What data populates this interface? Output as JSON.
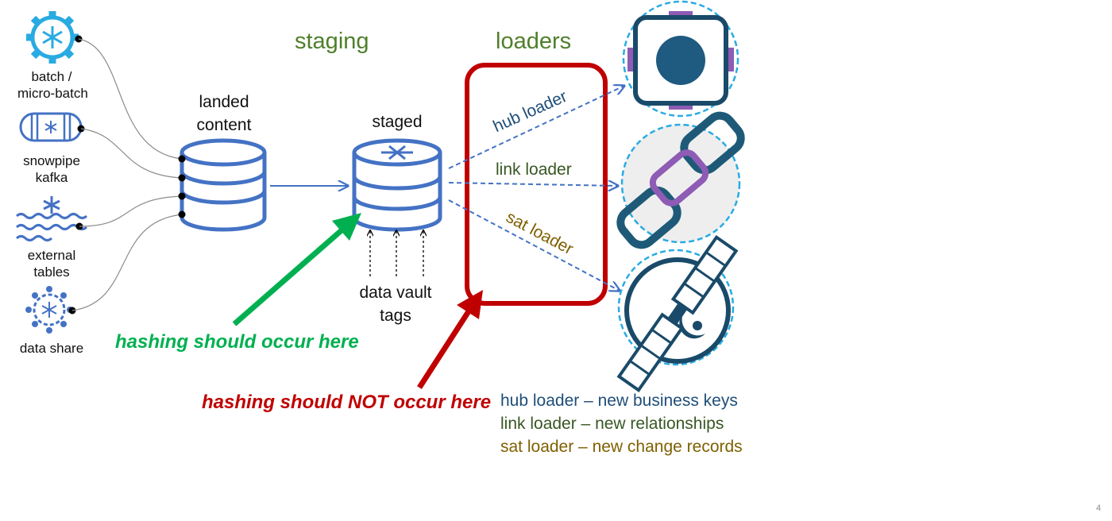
{
  "sources": [
    {
      "label": "batch / micro-batch",
      "line1": "batch /",
      "line2": "micro-batch",
      "icon": "snowflake-gear-icon"
    },
    {
      "label": "snowpipe kafka",
      "line1": "snowpipe",
      "line2": "kafka",
      "icon": "snowpipe-icon"
    },
    {
      "label": "external tables",
      "line1": "external",
      "line2": "tables",
      "icon": "snowflake-waves-icon"
    },
    {
      "label": "data share",
      "line1": "data share",
      "line2": "",
      "icon": "data-share-icon"
    }
  ],
  "landed": {
    "line1": "landed",
    "line2": "content"
  },
  "staged": {
    "label": "staged"
  },
  "tags": {
    "line1": "data vault",
    "line2": "tags"
  },
  "headers": {
    "staging": "staging",
    "loaders": "loaders"
  },
  "loaders": {
    "hub": "hub loader",
    "link": "link loader",
    "sat": "sat loader"
  },
  "annotations": {
    "good": "hashing should occur here",
    "bad": "hashing should NOT occur here"
  },
  "legend": [
    "hub loader – new business keys",
    "link loader – new relationships",
    "sat loader – new change records"
  ],
  "page_number": "4",
  "colors": {
    "db_blue": "#4472c4",
    "green_header": "#4f7f2b",
    "good_green": "#00b050",
    "bad_red": "#c00000",
    "hub_blue": "#1f4e79",
    "link_green": "#385723",
    "sat_brown": "#7f6000",
    "icon_blue": "#29abe2",
    "dark_teal": "#1e5a78",
    "purple": "#8e5bb5"
  }
}
